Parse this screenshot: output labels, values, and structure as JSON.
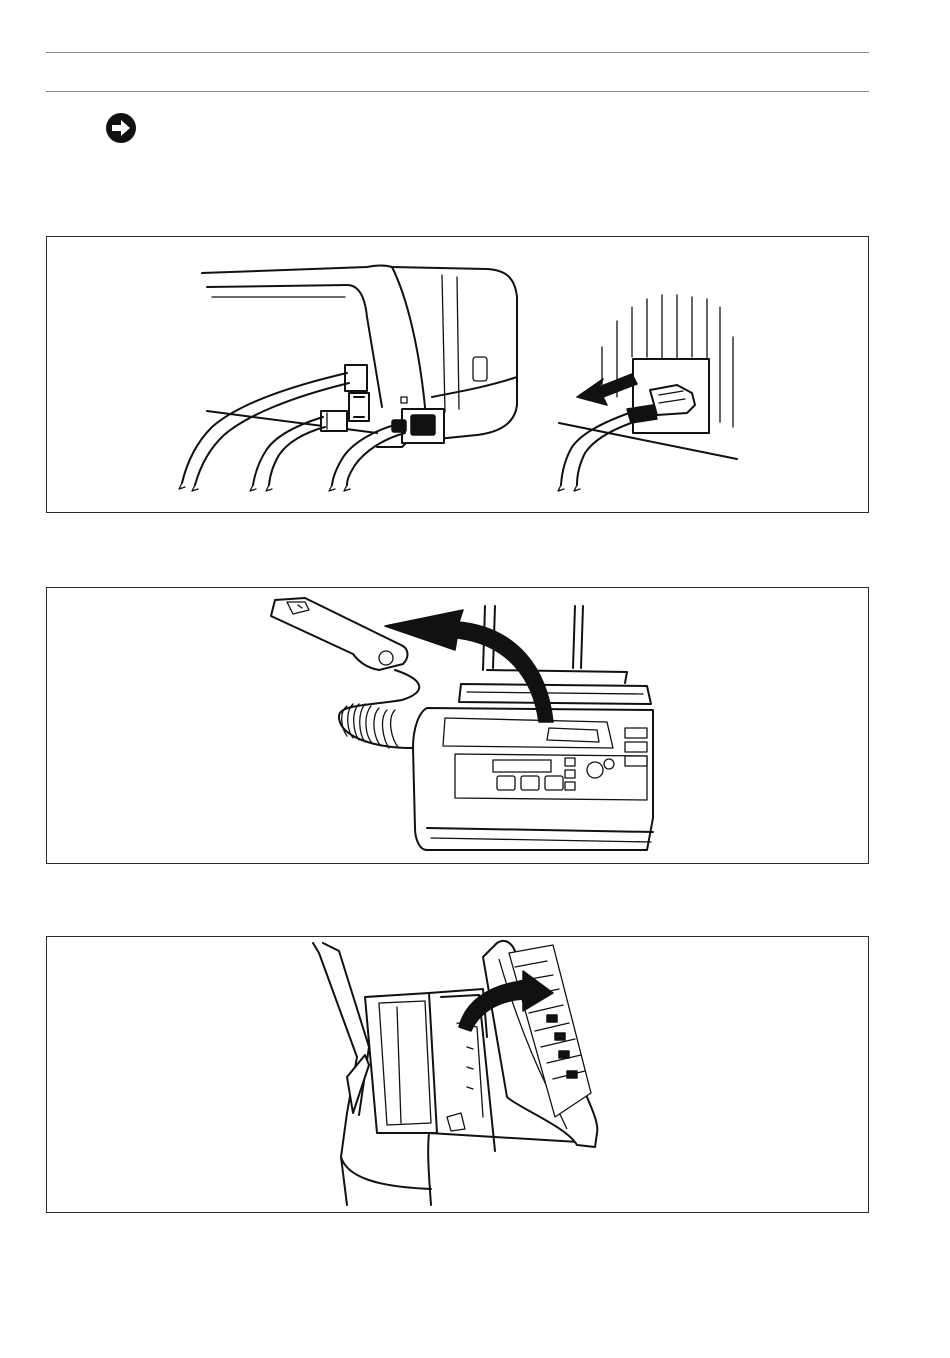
{
  "page": {
    "note_icon": "arrow-right-circle-icon"
  },
  "figures": [
    {
      "id": "figure-1",
      "icon": "power-cord-unplug-illustration"
    },
    {
      "id": "figure-2",
      "icon": "lift-handset-illustration"
    },
    {
      "id": "figure-3",
      "icon": "open-control-panel-illustration"
    }
  ]
}
